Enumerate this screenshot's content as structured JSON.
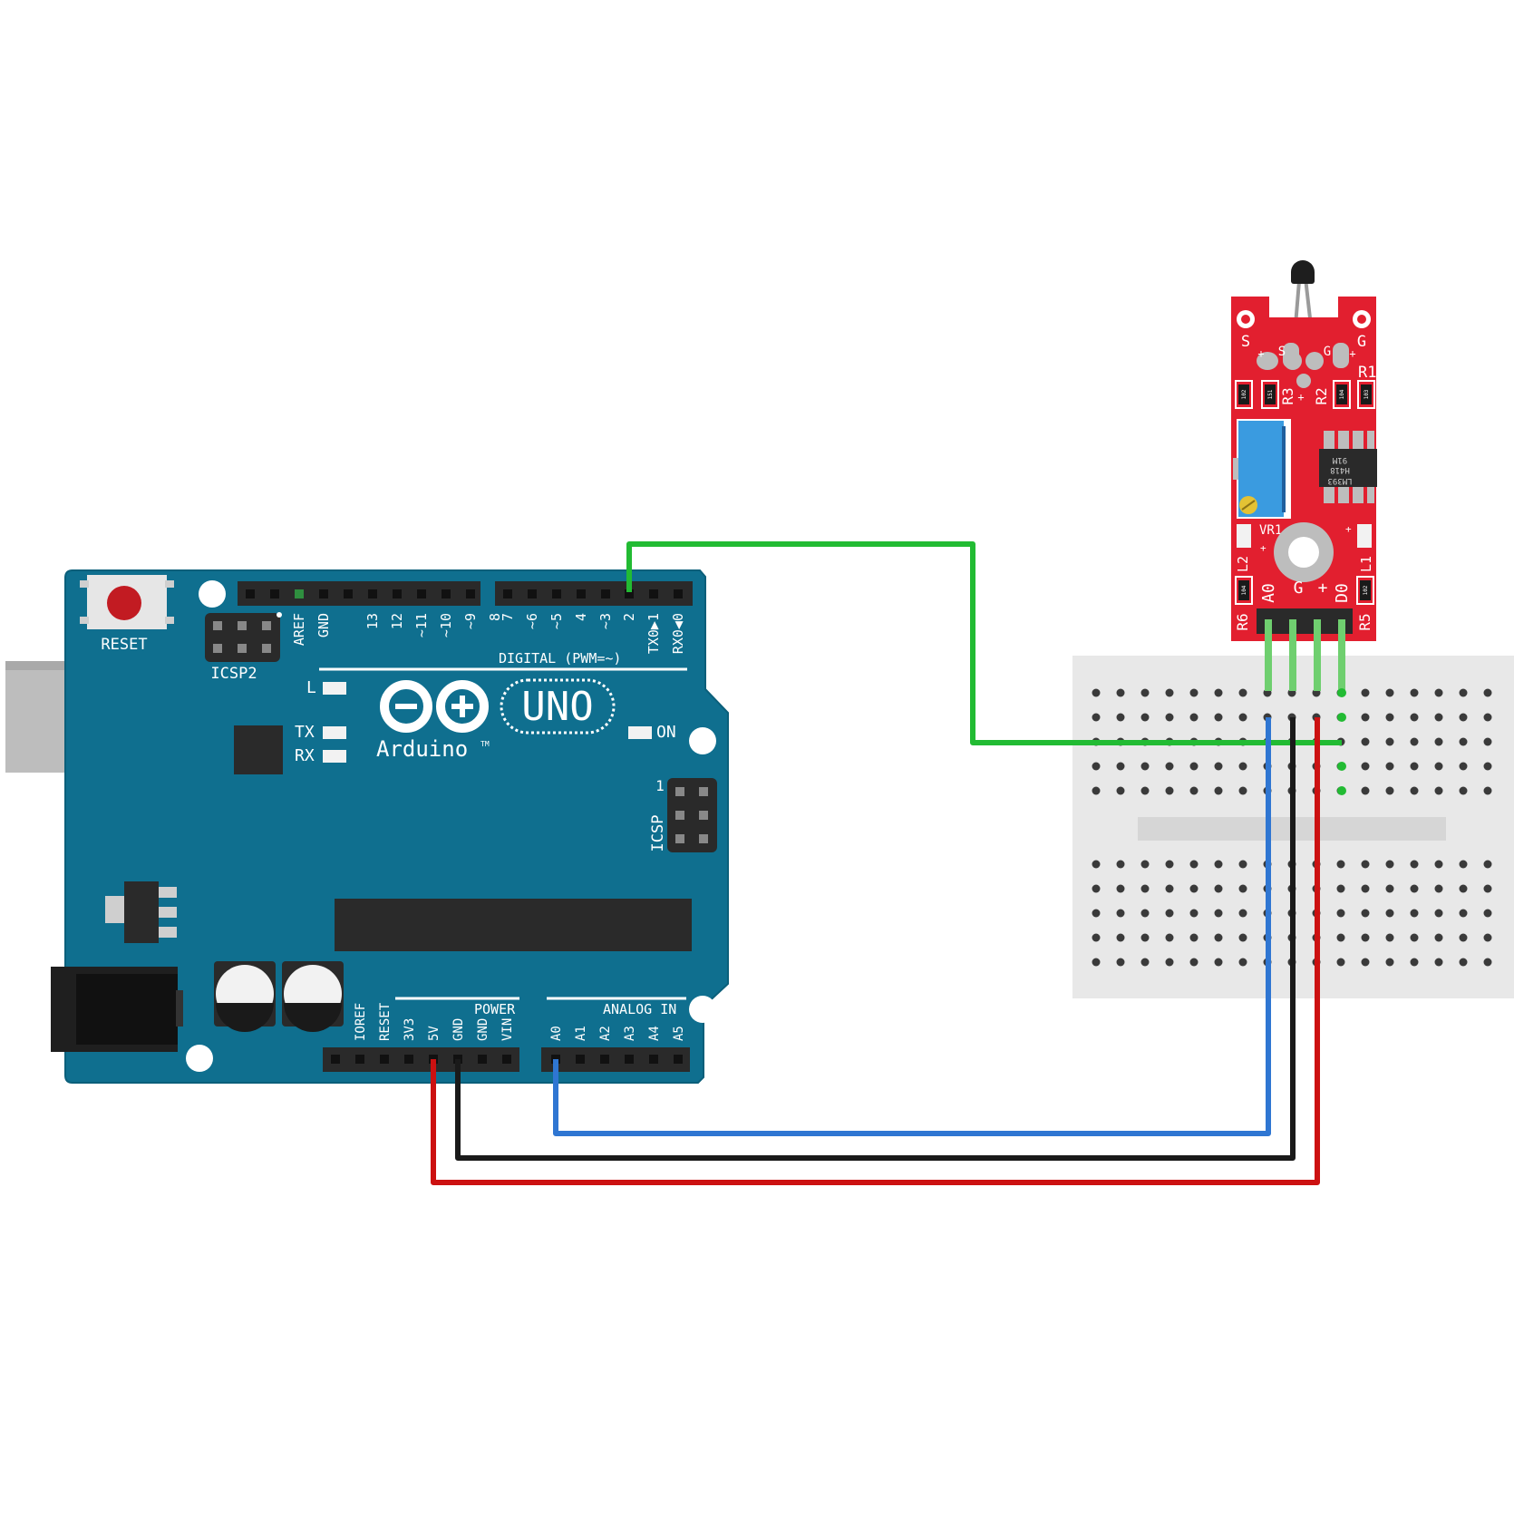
{
  "arduino": {
    "reset_label": "RESET",
    "icsp2_label": "ICSP2",
    "icsp_label": "ICSP",
    "icsp_pin1": "1",
    "digital_label": "DIGITAL (PWM=~)",
    "digital_pins": [
      "AREF",
      "GND",
      "13",
      "12",
      "~11",
      "~10",
      "~9",
      "8",
      "7",
      "~6",
      "~5",
      "4",
      "~3",
      "2",
      "TX0▶1",
      "RX0◀0"
    ],
    "led_l": "L",
    "led_tx": "TX",
    "led_rx": "RX",
    "led_on": "ON",
    "uno_label": "UNO",
    "brand": "Arduino",
    "tm": "TM",
    "power_label": "POWER",
    "power_pins": [
      "IOREF",
      "RESET",
      "3V3",
      "5V",
      "GND",
      "GND",
      "VIN"
    ],
    "analog_label": "ANALOG IN",
    "analog_pins": [
      "A0",
      "A1",
      "A2",
      "A3",
      "A4",
      "A5"
    ]
  },
  "sensor": {
    "pin_labels": [
      "A0",
      "G",
      "+",
      "D0"
    ],
    "labels": {
      "s_left": "S",
      "g_right": "G",
      "s_inner": "S",
      "g_inner": "G",
      "plus_left": "+",
      "plus_right": "+",
      "plus_vr": "+",
      "plus_l1": "+",
      "r1": "R1",
      "r2": "R2",
      "r3": "R3",
      "r5": "R5",
      "r6": "R6",
      "l1": "L1",
      "l2": "L2",
      "vr1": "VR1",
      "ic_line1": "H418",
      "ic_line2": "91M",
      "ic_line3": "LM393",
      "res_102a": "102",
      "res_151": "151",
      "res_104a": "104",
      "res_103": "103",
      "res_104b": "104",
      "res_102b": "102"
    }
  },
  "colors": {
    "board": "#0f6f8f",
    "sensor_pcb": "#e21f2f",
    "wire_signal_digital": "#22bb33",
    "wire_signal_analog": "#2f76d2",
    "wire_gnd": "#1a1a1a",
    "wire_vcc": "#cc1111",
    "breadboard": "#e8e8e8"
  }
}
